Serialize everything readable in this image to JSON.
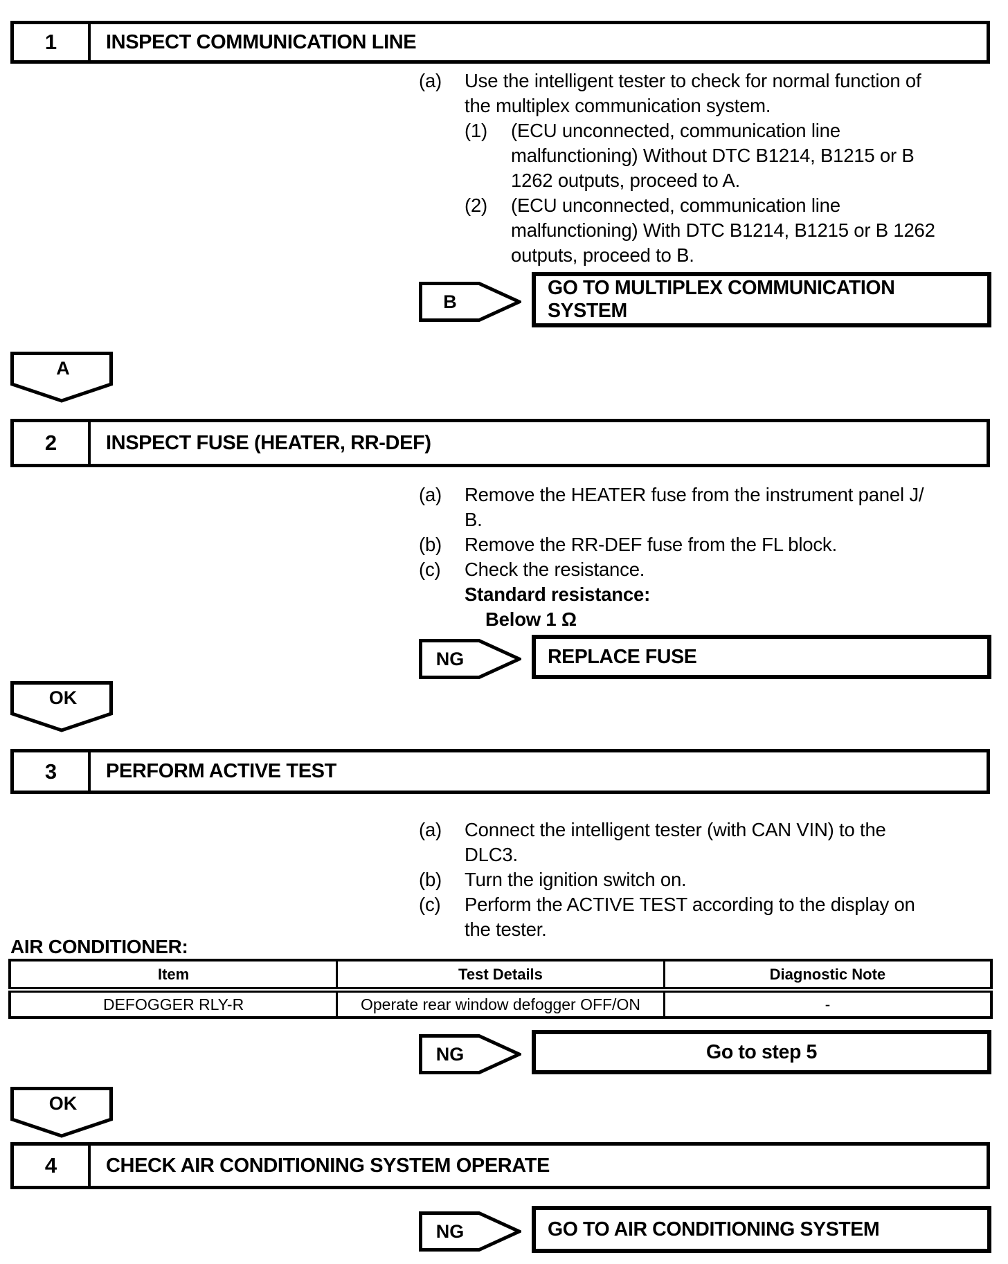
{
  "page": {
    "background": "#ffffff",
    "ink": "#000000"
  },
  "steps": [
    {
      "num": "1",
      "title": "INSPECT COMMUNICATION LINE",
      "lines": [
        {
          "m": "(a)",
          "t": "Use the intelligent tester to check for normal function of"
        },
        {
          "m": "",
          "t": "the multiplex communication system."
        },
        {
          "m": "(1)",
          "t": "(ECU unconnected, communication line"
        },
        {
          "m": "",
          "t": "malfunctioning) Without DTC B1214, B1215 or B"
        },
        {
          "m": "",
          "t": "1262 outputs, proceed to A."
        },
        {
          "m": "(2)",
          "t": "(ECU unconnected, communication line"
        },
        {
          "m": "",
          "t": "malfunctioning) With DTC B1214, B1215 or B 1262"
        },
        {
          "m": "",
          "t": "outputs, proceed to B."
        }
      ]
    },
    {
      "num": "2",
      "title": "INSPECT FUSE (HEATER, RR-DEF)",
      "lines": [
        {
          "m": "(a)",
          "t": "Remove the HEATER fuse from the instrument panel J/"
        },
        {
          "m": "",
          "t": "B."
        },
        {
          "m": "(b)",
          "t": "Remove the RR-DEF fuse from the FL block."
        },
        {
          "m": "(c)",
          "t": "Check the resistance."
        },
        {
          "m": "",
          "t": "Standard resistance:"
        },
        {
          "m": "",
          "t": "Below 1 Ω"
        }
      ]
    },
    {
      "num": "3",
      "title": "PERFORM ACTIVE TEST",
      "lines": [
        {
          "m": "(a)",
          "t": "Connect the intelligent tester (with CAN VIN) to the"
        },
        {
          "m": "",
          "t": "DLC3."
        },
        {
          "m": "(b)",
          "t": "Turn the ignition switch on."
        },
        {
          "m": "(c)",
          "t": "Perform the ACTIVE TEST according to the display on"
        },
        {
          "m": "",
          "t": "the tester."
        }
      ]
    },
    {
      "num": "4",
      "title": "CHECK AIR CONDITIONING SYSTEM OPERATE",
      "lines": []
    }
  ],
  "decisions": [
    {
      "label": "B",
      "lines": [
        "GO TO MULTIPLEX COMMUNICATION",
        "SYSTEM"
      ]
    },
    {
      "label": "NG",
      "lines": [
        "REPLACE FUSE"
      ]
    },
    {
      "label": "NG",
      "lines": [
        "Go to step 5"
      ]
    },
    {
      "label": "NG",
      "lines": [
        "GO TO AIR CONDITIONING SYSTEM"
      ]
    }
  ],
  "connectors": [
    {
      "label": "A"
    },
    {
      "label": "OK"
    },
    {
      "label": "OK"
    }
  ],
  "section_heading": "AIR CONDITIONER:",
  "table": {
    "headers": [
      "Item",
      "Test Details",
      "Diagnostic Note"
    ],
    "rows": [
      [
        "DEFOGGER RLY-R",
        "Operate rear window defogger OFF/ON",
        "-"
      ]
    ]
  }
}
